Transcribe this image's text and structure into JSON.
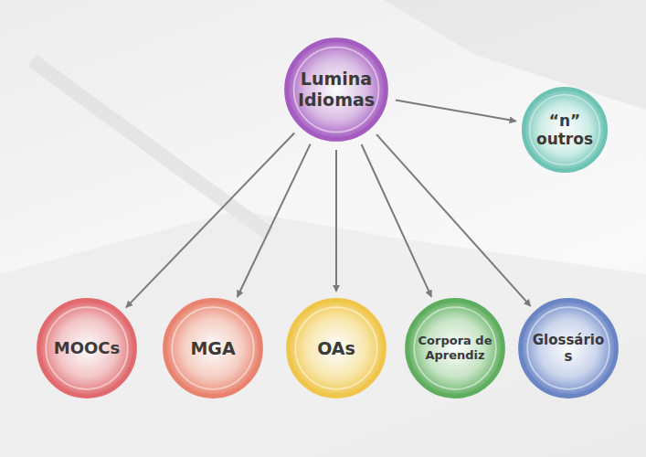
{
  "diagram": {
    "nodes": [
      {
        "text": [
          "Lumina Idiomas"
        ]
      },
      {
        "text": [
          "“n” outros"
        ]
      },
      {
        "text": [
          "MOOCs"
        ]
      },
      {
        "text": [
          "MGA"
        ]
      },
      {
        "text": [
          "OAs"
        ]
      },
      {
        "text": [
          "Corpora de Aprendiz"
        ]
      },
      {
        "text": [
          "Glossários"
        ]
      }
    ],
    "edges": [
      {
        "from": 0,
        "to": 1,
        "arrow": "to"
      },
      {
        "from": 0,
        "to": 2,
        "arrow": "to"
      },
      {
        "from": 0,
        "to": 3,
        "arrow": "to"
      },
      {
        "from": 0,
        "to": 4,
        "arrow": "to"
      },
      {
        "from": 0,
        "to": 5,
        "arrow": "to"
      },
      {
        "from": 0,
        "to": 6,
        "arrow": "to"
      }
    ]
  }
}
